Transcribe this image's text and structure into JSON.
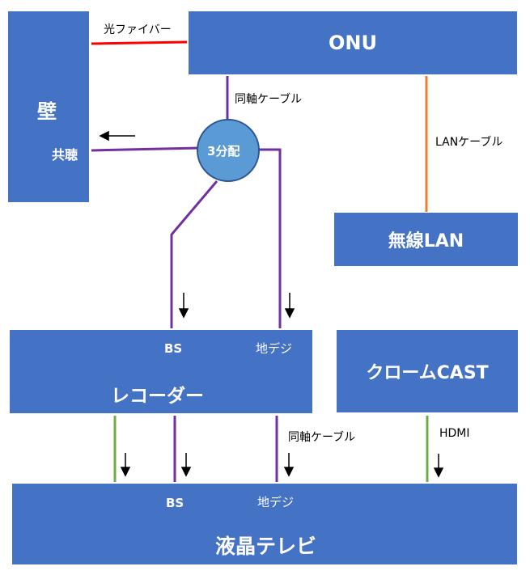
{
  "nodes": {
    "wall": "壁",
    "wall_port": "共聴",
    "onu": "ONU",
    "splitter": "3分配",
    "wireless_lan": "無線LAN",
    "recorder": "レコーダー",
    "recorder_bs": "BS",
    "recorder_terrestrial": "地デジ",
    "chromecast": "クロームCAST",
    "tv": "液晶テレビ",
    "tv_bs": "BS",
    "tv_terrestrial": "地デジ"
  },
  "edges": {
    "optical_fiber": "光ファイバー",
    "coax_top": "同軸ケーブル",
    "lan_cable": "LANケーブル",
    "coax_bottom": "同軸ケーブル",
    "hdmi": "HDMI"
  },
  "colors": {
    "box": "#4472c4",
    "splitter_fill": "#5b9bd5",
    "fiber": "#ff0000",
    "coax": "#7030a0",
    "lan": "#ed7d31",
    "hdmi": "#70ad47"
  }
}
